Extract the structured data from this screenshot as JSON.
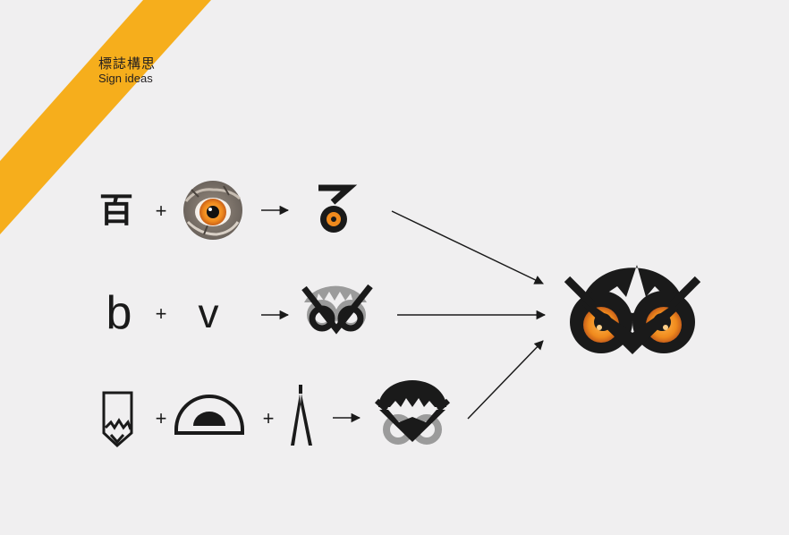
{
  "header": {
    "title_zh": "標誌構思",
    "title_en": "Sign ideas"
  },
  "rows": [
    {
      "glyph": "百",
      "plus": "+"
    },
    {
      "glyph_1": "b",
      "plus": "+",
      "glyph_2": "v"
    },
    {
      "plus_1": "+",
      "plus_2": "+"
    }
  ],
  "colors": {
    "background": "#f0eff0",
    "accent_stripe": "#f6ae1c",
    "ink": "#1a1a1a",
    "eye_orange": "#f08a1d",
    "muted_gray": "#9b9b9b"
  },
  "icons": {
    "row1": [
      "bai-character",
      "owl-eye-photo",
      "arrow",
      "combined-glyph-icon"
    ],
    "row2": [
      "letter-b",
      "letter-v",
      "arrow",
      "owl-bv-icon"
    ],
    "row3": [
      "pencil-icon",
      "protractor-icon",
      "compass-icon",
      "arrow",
      "owl-tools-icon"
    ],
    "result": "final-owl-logo-icon"
  }
}
